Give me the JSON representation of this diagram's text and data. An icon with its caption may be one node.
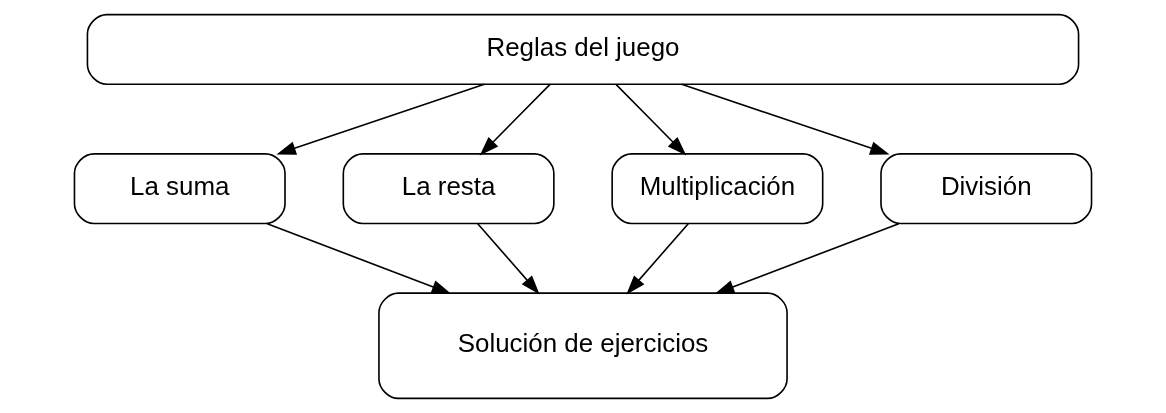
{
  "diagram": {
    "nodes": [
      {
        "text": [
          "Reglas del juego"
        ]
      },
      {
        "text": [
          "La suma"
        ]
      },
      {
        "text": [
          "La resta"
        ]
      },
      {
        "text": [
          "Multiplicación"
        ]
      },
      {
        "text": [
          "División"
        ]
      },
      {
        "text": [
          "Solución de ejercicios"
        ]
      }
    ],
    "edges": [
      {
        "from": 0,
        "to": 1,
        "arrow": "to"
      },
      {
        "from": 0,
        "to": 2,
        "arrow": "to"
      },
      {
        "from": 0,
        "to": 3,
        "arrow": "to"
      },
      {
        "from": 0,
        "to": 4,
        "arrow": "to"
      },
      {
        "from": 1,
        "to": 5,
        "arrow": "to"
      },
      {
        "from": 2,
        "to": 5,
        "arrow": "to"
      },
      {
        "from": 3,
        "to": 5,
        "arrow": "to"
      },
      {
        "from": 4,
        "to": 5,
        "arrow": "to"
      }
    ]
  }
}
